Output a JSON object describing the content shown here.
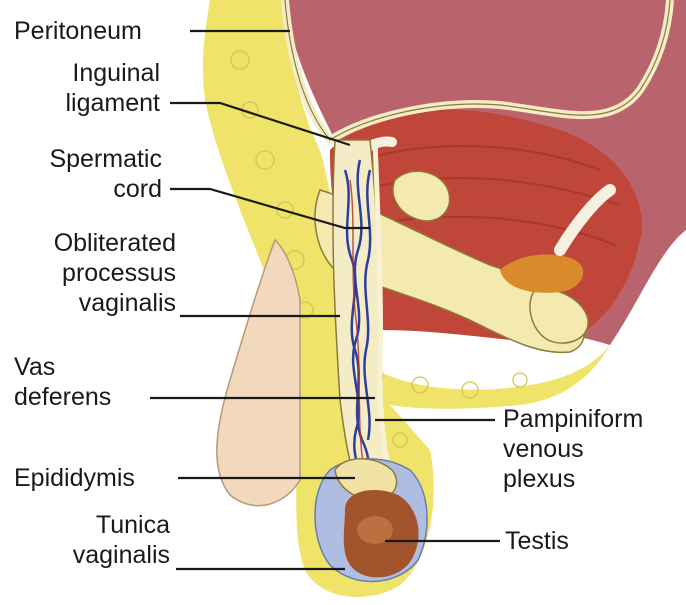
{
  "labels": {
    "peritoneum": "Peritoneum",
    "inguinal_ligament": [
      "Inguinal",
      "ligament"
    ],
    "spermatic_cord": [
      "Spermatic",
      "cord"
    ],
    "obliterated_processus_vaginalis": [
      "Obliterated",
      "processus",
      "vaginalis"
    ],
    "vas_deferens": [
      "Vas",
      "deferens"
    ],
    "epididymis": "Epididymis",
    "tunica_vaginalis": [
      "Tunica",
      "vaginalis"
    ],
    "pampiniform_venous_plexus": [
      "Pampiniform",
      "venous",
      "plexus"
    ],
    "testis": "Testis"
  },
  "colors": {
    "peritoneal_cavity": "#b9646c",
    "muscle": "#c0463a",
    "fat": "#efe36a",
    "bone": "#f4eab0",
    "skin": "#f2d9bd",
    "veins": "#2c3f9c",
    "tunica": "#aebde0",
    "testis": "#a2552d",
    "leader_line": "#1a1a1a"
  }
}
